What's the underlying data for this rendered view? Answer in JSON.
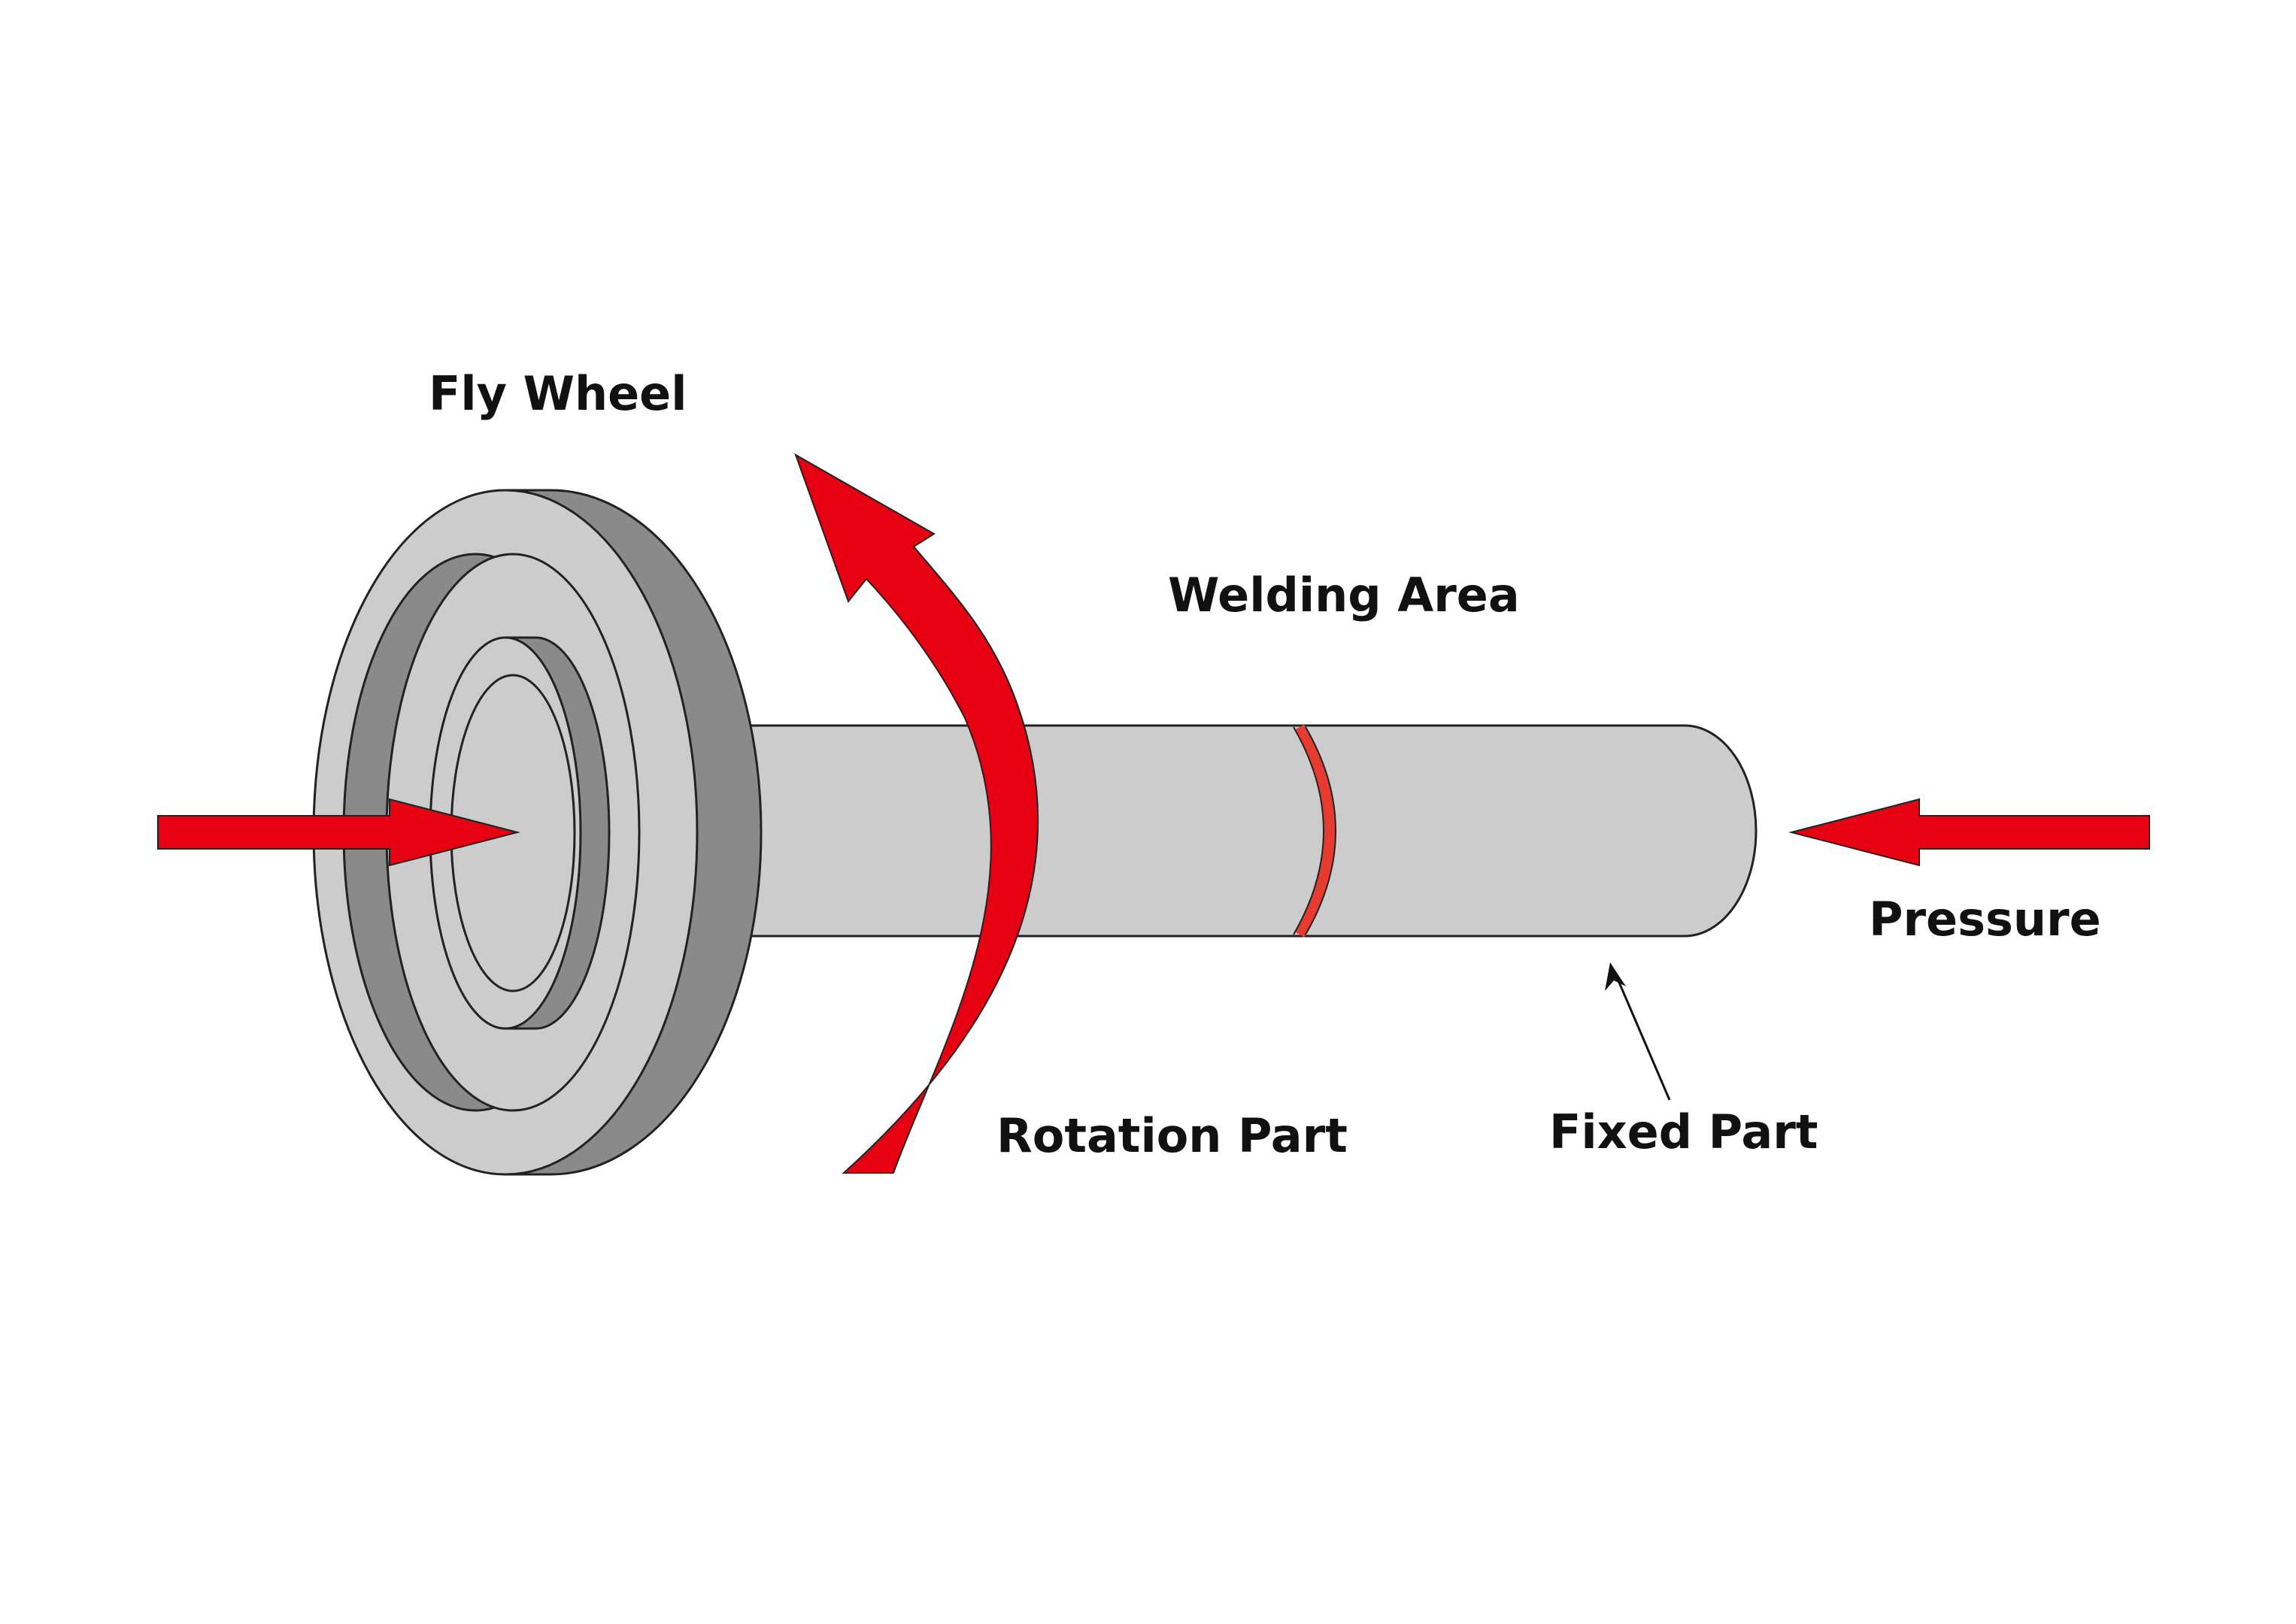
{
  "labels": {
    "fly_wheel": "Fly Wheel",
    "welding_area": "Welding Area",
    "pressure": "Pressure",
    "rotation_part": "Rotation Part",
    "fixed_part": "Fixed Part"
  },
  "colors": {
    "arrow_red": "#e60012",
    "weld_red": "#e63b2e",
    "metal_light": "#cccccc",
    "metal_dark": "#8a8a8a",
    "outline": "#222222",
    "background": "#ffffff"
  }
}
